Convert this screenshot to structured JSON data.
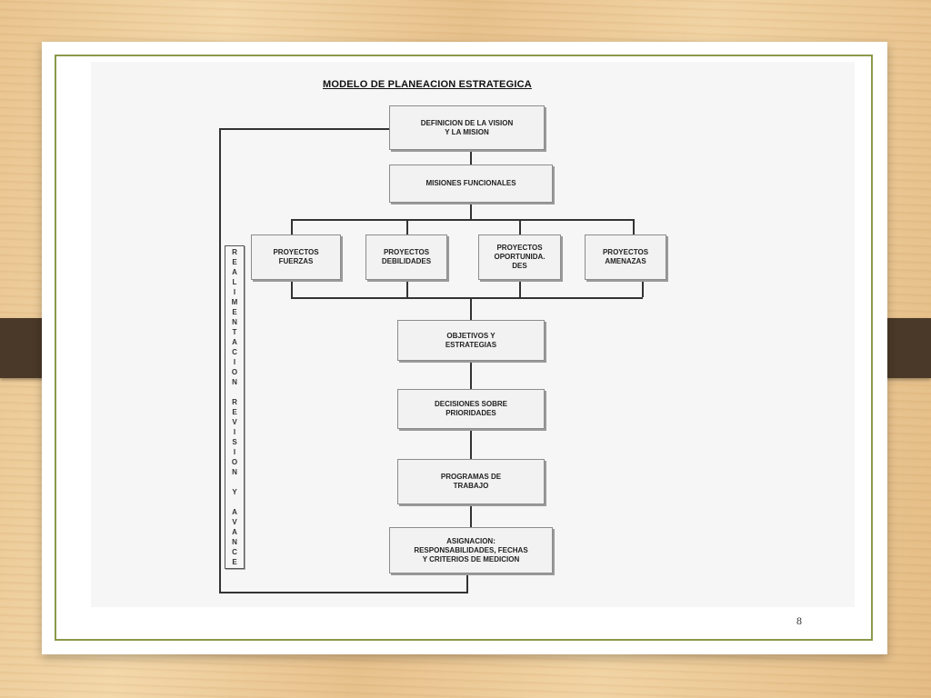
{
  "slide": {
    "title": "MODELO DE PLANEACION  ESTRATEGICA",
    "page_number": "8"
  },
  "boxes": {
    "vision": "DEFINICION DE LA VISION\nY LA MISION",
    "misiones": "MISIONES FUNCIONALES",
    "fuerzas": "PROYECTOS\nFUERZAS",
    "debilidades": "PROYECTOS\nDEBILIDADES",
    "oportunidades": "PROYECTOS\nOPORTUNIDA.\nDES",
    "amenazas": "PROYECTOS\nAMENAZAS",
    "objetivos": "OBJETIVOS Y\nESTRATEGIAS",
    "decisiones": "DECISIONES SOBRE\nPRIORIDADES",
    "programas": "PROGRAMAS DE\nTRABAJO",
    "asignacion": "ASIGNACION:\nRESPONSABILIDADES, FECHAS\nY CRITERIOS DE MEDICION"
  },
  "feedback_letters": [
    "R",
    "E",
    "A",
    "L",
    "I",
    "M",
    "E",
    "N",
    "T",
    "A",
    "C",
    "I",
    "O",
    "N",
    " ",
    "R",
    "E",
    "V",
    "I",
    "S",
    "I",
    "O",
    "N",
    " ",
    "Y",
    " ",
    "A",
    "V",
    "A",
    "N",
    "C",
    "E"
  ]
}
